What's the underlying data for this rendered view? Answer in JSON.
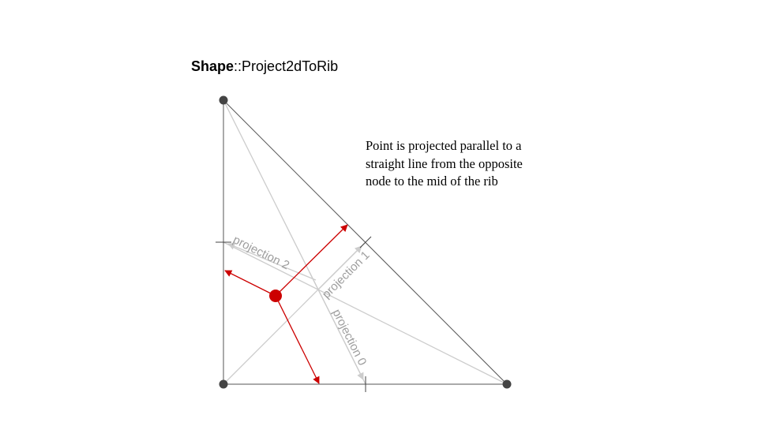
{
  "title": {
    "class_name": "Shape",
    "separator": "::",
    "method_name": "Project2dToRib"
  },
  "note": {
    "lines": [
      "Point is projected parallel to a",
      "straight line from the opposite",
      "node to the mid of the rib"
    ]
  },
  "projections": [
    {
      "label": "projection 0"
    },
    {
      "label": "projection 1"
    },
    {
      "label": "projection 2"
    }
  ],
  "colors": {
    "triangle_edge": "#555555",
    "construction_line": "#cccccc",
    "projection_arrow": "#cc0000",
    "node": "#444444",
    "point": "#cc0000",
    "label": "#9e9e9e"
  }
}
